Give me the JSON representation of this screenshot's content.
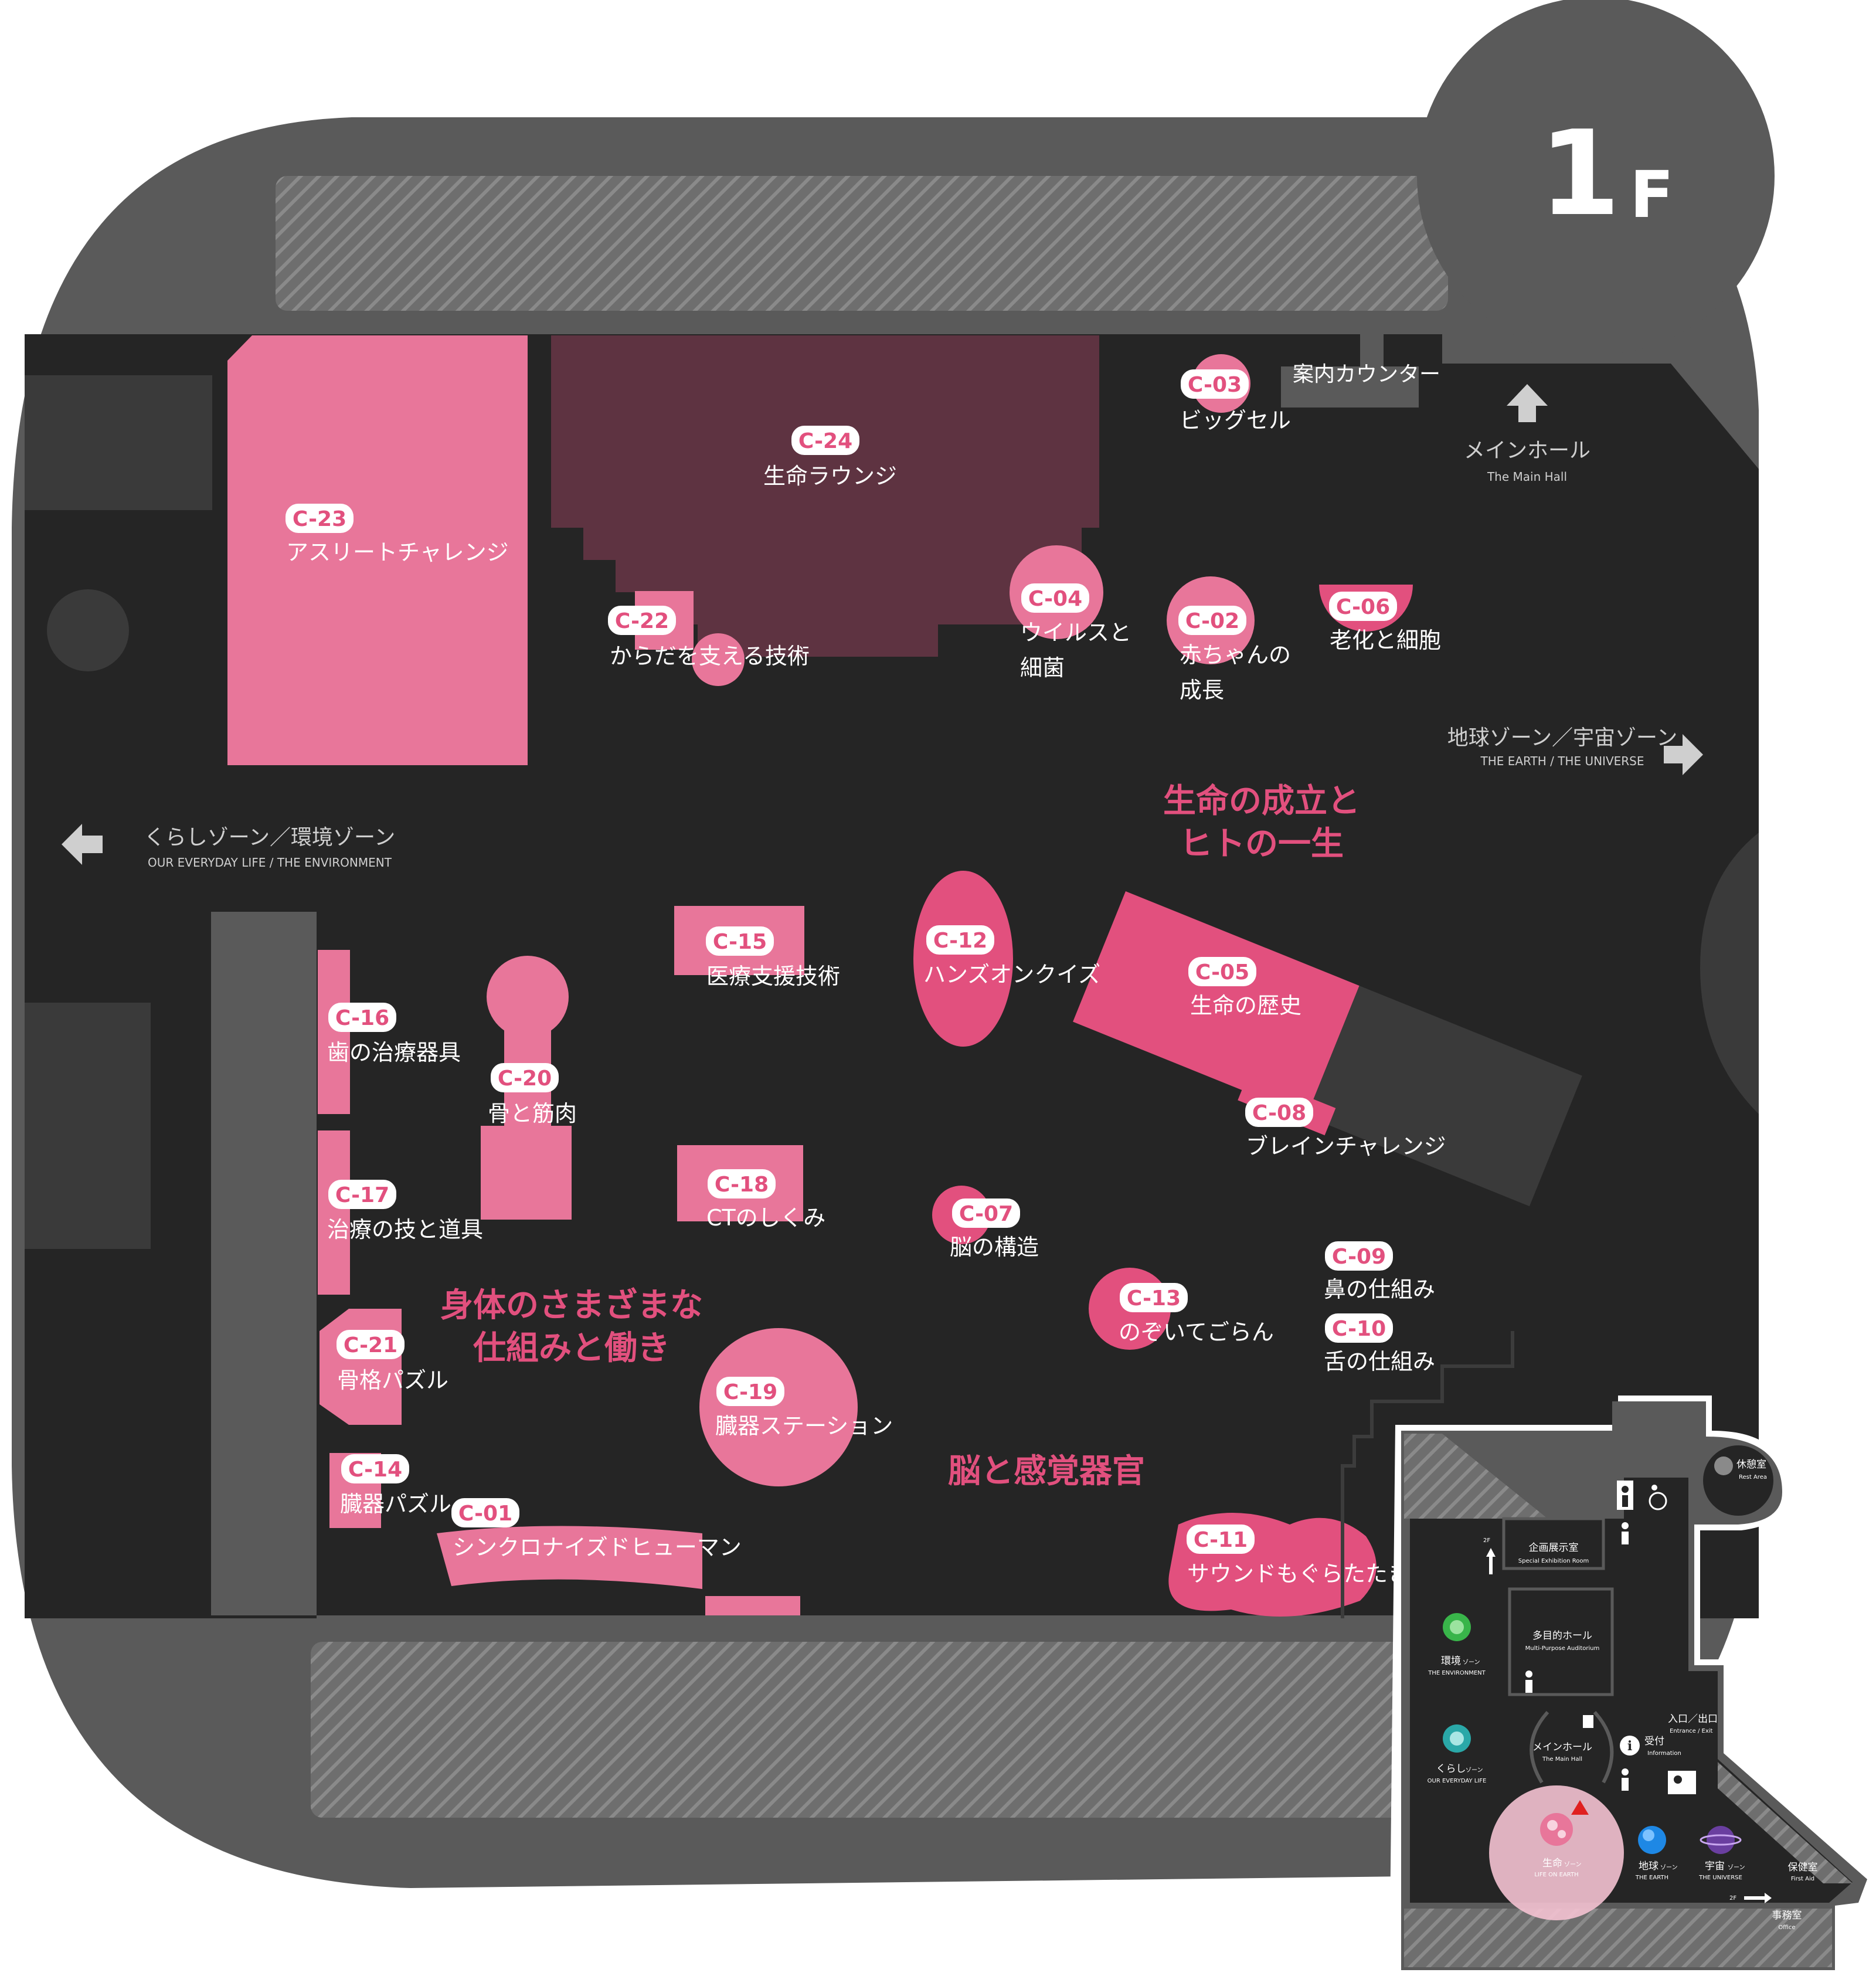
{
  "floor": {
    "number": "1",
    "letter": "F"
  },
  "colors": {
    "pink": "#e8769a",
    "pink_dark": "#e2507e",
    "maroon": "#5e3341",
    "floor": "#252525",
    "wall": "#5a5a5a",
    "hatch": "#7a7a7a"
  },
  "exhibits": [
    {
      "code": "C-01",
      "name": "シンクロナイズドヒューマン"
    },
    {
      "code": "C-02",
      "name": "赤ちゃんの",
      "name2": "成長"
    },
    {
      "code": "C-03",
      "name": "ビッグセル"
    },
    {
      "code": "C-04",
      "name": "ウイルスと",
      "name2": "細菌"
    },
    {
      "code": "C-05",
      "name": "生命の歴史"
    },
    {
      "code": "C-06",
      "name": "老化と細胞"
    },
    {
      "code": "C-07",
      "name": "脳の構造"
    },
    {
      "code": "C-08",
      "name": "ブレインチャレンジ"
    },
    {
      "code": "C-09",
      "name": "鼻の仕組み"
    },
    {
      "code": "C-10",
      "name": "舌の仕組み"
    },
    {
      "code": "C-11",
      "name": "サウンドもぐらたたき"
    },
    {
      "code": "C-12",
      "name": "ハンズオンクイズ"
    },
    {
      "code": "C-13",
      "name": "のぞいてごらん"
    },
    {
      "code": "C-14",
      "name": "臓器パズル"
    },
    {
      "code": "C-15",
      "name": "医療支援技術"
    },
    {
      "code": "C-16",
      "name": "歯の治療器具"
    },
    {
      "code": "C-17",
      "name": "治療の技と道具"
    },
    {
      "code": "C-18",
      "name": "CTのしくみ"
    },
    {
      "code": "C-19",
      "name": "臓器ステーション"
    },
    {
      "code": "C-20",
      "name": "骨と筋肉"
    },
    {
      "code": "C-21",
      "name": "骨格パズル"
    },
    {
      "code": "C-22",
      "name": "からだを支える技術"
    },
    {
      "code": "C-23",
      "name": "アスリートチャレンジ"
    },
    {
      "code": "C-24",
      "name": "生命ラウンジ"
    }
  ],
  "zones": [
    {
      "line1": "生命の成立と",
      "line2": "ヒトの一生"
    },
    {
      "line1": "身体のさまざまな",
      "line2": "仕組みと働き"
    },
    {
      "line1": "脳と感覚器官",
      "line2": ""
    }
  ],
  "info_counter": "案内カウンター",
  "navigation": {
    "main_hall": {
      "ja": "メインホール",
      "en": "The Main Hall"
    },
    "earth_universe": {
      "ja": "地球ゾーン／宇宙ゾーン",
      "en": "THE EARTH / THE UNIVERSE"
    },
    "everyday_env": {
      "ja": "くらしゾーン／環境ゾーン",
      "en": "OUR EVERYDAY LIFE / THE ENVIRONMENT"
    }
  },
  "minimap": {
    "rest_area": {
      "ja": "休憩室",
      "en": "Rest Area"
    },
    "special_exhibition": {
      "ja": "企画展示室",
      "en": "Special Exhibition Room"
    },
    "auditorium": {
      "ja": "多目的ホール",
      "en": "Multi-Purpose Auditorium"
    },
    "environment": {
      "ja": "環境",
      "suffix": "ゾーン",
      "en": "THE ENVIRONMENT"
    },
    "everyday": {
      "ja": "くらし",
      "suffix": "ゾーン",
      "en": "OUR EVERYDAY LIFE"
    },
    "main_hall": {
      "ja": "メインホール",
      "en": "The Main Hall"
    },
    "entrance": {
      "ja": "入口／出口",
      "en": "Entrance / Exit"
    },
    "information": {
      "ja": "受付",
      "en": "Information"
    },
    "life": {
      "ja": "生命",
      "suffix": "ゾーン",
      "en": "LIFE ON EARTH"
    },
    "earth": {
      "ja": "地球",
      "suffix": "ゾーン",
      "en": "THE EARTH"
    },
    "universe": {
      "ja": "宇宙",
      "suffix": "ゾーン",
      "en": "THE UNIVERSE"
    },
    "first_aid": {
      "ja": "保健室",
      "en": "First Aid"
    },
    "office": {
      "ja": "事務室",
      "en": "Office"
    },
    "floor_2f": "2F"
  }
}
